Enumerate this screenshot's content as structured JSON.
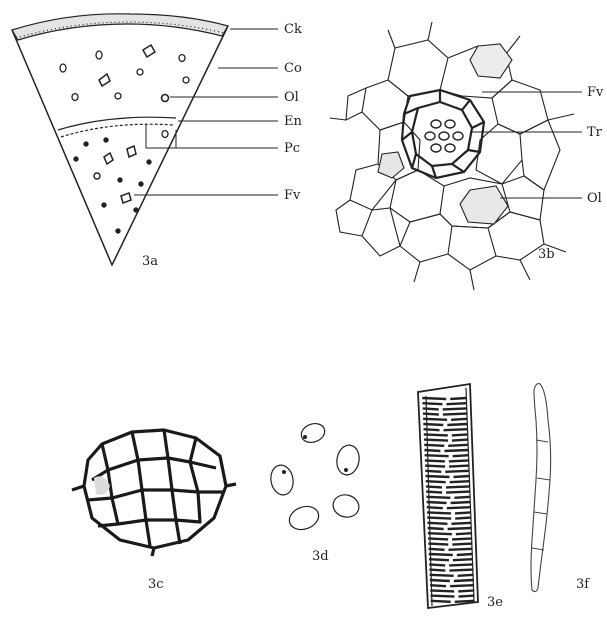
{
  "fig3a": {
    "caption": "3a",
    "labels": {
      "ck": "Ck",
      "co": "Co",
      "ol": "Ol",
      "en": "En",
      "pc": "Pc",
      "fv": "Fv"
    }
  },
  "fig3b": {
    "caption": "3b",
    "labels": {
      "fv": "Fv",
      "tr": "Tr",
      "ol": "Ol"
    }
  },
  "fig3c": {
    "caption": "3c"
  },
  "fig3d": {
    "caption": "3d"
  },
  "fig3e": {
    "caption": "3e"
  },
  "fig3f": {
    "caption": "3f"
  }
}
